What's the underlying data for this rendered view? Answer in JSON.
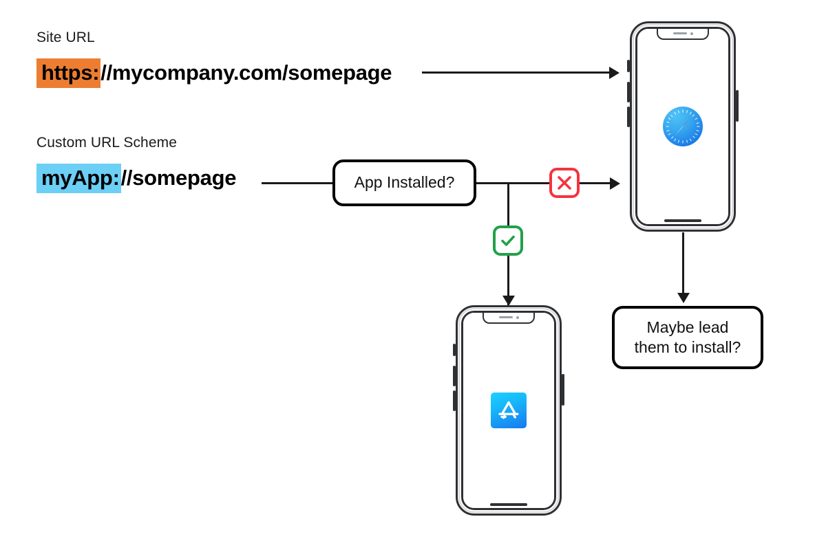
{
  "diagram": {
    "title": "Site URL vs Custom URL Scheme deep-link flow",
    "colors": {
      "https_highlight": "#ED7D31",
      "scheme_highlight": "#6CCFF6",
      "fail_badge": "#F5333F",
      "pass_badge": "#22A04A",
      "line": "#1A1A1A",
      "safari_blue": "#1D7FE8",
      "appstore_blue": "#1878F0"
    },
    "labels": {
      "site_url_caption": "Site URL",
      "custom_scheme_caption": "Custom URL Scheme"
    },
    "site_url": {
      "scheme": "https:",
      "rest": "//mycompany.com/somepage"
    },
    "custom_url": {
      "scheme": "myApp:",
      "rest": "//somepage"
    },
    "decision_box": {
      "label": "App Installed?"
    },
    "note_box": {
      "label": "Maybe lead\nthem to install?"
    },
    "badges": {
      "fail": "✕",
      "pass": "✓",
      "fail_name": "not-installed",
      "pass_name": "installed"
    },
    "phones": [
      {
        "id": "safari-phone",
        "app": "Safari",
        "app_icon": "safari-compass-icon"
      },
      {
        "id": "appstore-phone",
        "app": "App Store",
        "app_icon": "app-store-icon"
      }
    ]
  }
}
